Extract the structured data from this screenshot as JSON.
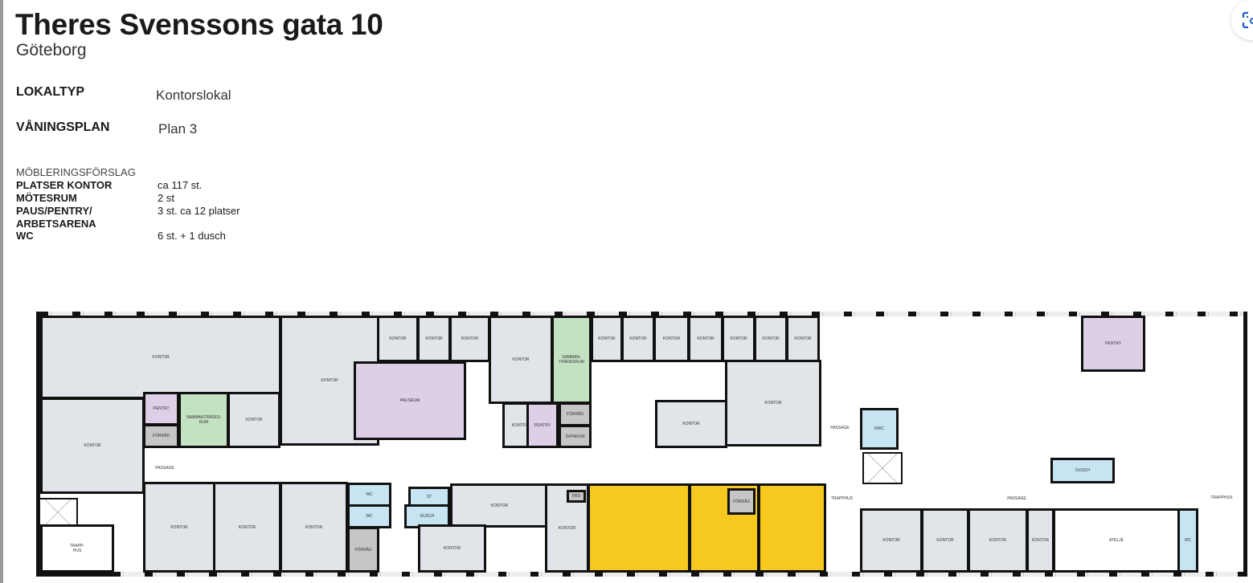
{
  "header": {
    "title": "Theres Svenssons gata 10",
    "city": "Göteborg"
  },
  "info": {
    "lokaltyp_label": "LOKALTYP",
    "lokaltyp_value": "Kontorslokal",
    "vaningsplan_label": "VÅNINGSPLAN",
    "vaningsplan_value": "Plan 3"
  },
  "furnishing": {
    "heading": "MÖBLERINGSFÖRSLAG",
    "rows": [
      {
        "label": "PLATSER KONTOR",
        "value": "ca 117 st."
      },
      {
        "label": "MÖTESRUM",
        "value": "2 st"
      },
      {
        "label": "PAUS/PENTRY/\nARBETSARENA",
        "value": "3 st. ca 12 platser"
      },
      {
        "label": "WC",
        "value": "6 st. + 1 dusch"
      }
    ]
  },
  "lens_button": {
    "icon": "lens-icon"
  },
  "colors": {
    "office": "#e1e4e8",
    "pantry": "#ddd0e6",
    "meeting": "#c3e2c2",
    "storage": "#c6c6c6",
    "wet": "#c6e4f2",
    "highlight": "#f7c81d"
  },
  "plan": {
    "labels": [
      "KONTOR",
      "KONTOR",
      "PENTRY",
      "FÖRRÅD",
      "SAMMANTRÄDES-\nRUM",
      "KONTOR",
      "KONTOR",
      "KONTOR",
      "KONTOR",
      "KONTOR",
      "PAUSRUM",
      "KONTOR",
      "SAMMAN-\nTRÄDESRUM",
      "KONTOR",
      "KONTOR",
      "KONTOR",
      "KONTOR",
      "KONTOR",
      "KONTOR",
      "KONTOR",
      "KONTOR",
      "PENTRY",
      "FÖRRÅD",
      "DATARUM",
      "KONTOR",
      "KONTOR",
      "PENTRY",
      "RWC",
      "DUSCH",
      "PASSAGE",
      "PASSAGE",
      "PASSAGE",
      "TRAPPHUS",
      "TRAPPHUS",
      "KONTOR",
      "KONTOR",
      "KONTOR",
      "KONTOR",
      "ATELJÉ",
      "WC",
      "TRAPP-\nHUS",
      "KONTOR",
      "KONTOR",
      "KONTOR",
      "WC",
      "WC",
      "FÖRRÅD",
      "ST",
      "DUSCH",
      "KONTOR",
      "KONTOR",
      "KONTOR",
      "FRD",
      "FÖRRÅD"
    ]
  }
}
